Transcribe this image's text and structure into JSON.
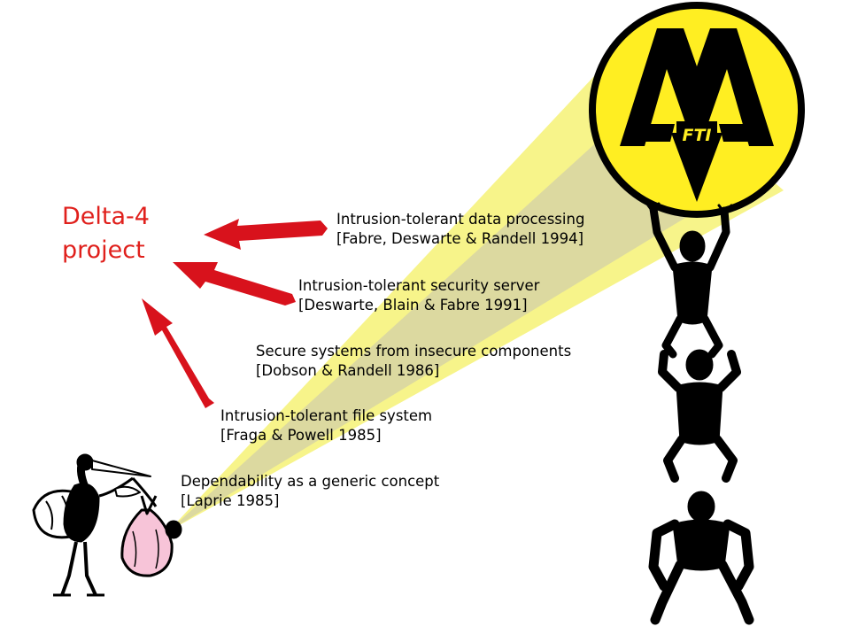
{
  "slide": {
    "title_line1": "Delta-4",
    "title_line2": "project",
    "title_color": "#e0201c",
    "arrow_color": "#d8121c",
    "beam_color": "#f7f48a",
    "beam_inner_color": "#dcd9a0",
    "logo": {
      "letter": "M",
      "badge": "FTI",
      "fill_color": "#ffee22",
      "ink_color": "#000000"
    },
    "references": [
      {
        "line1": "Intrusion-tolerant data processing",
        "line2": "[Fabre, Deswarte & Randell 1994]"
      },
      {
        "line1": "Intrusion-tolerant security server",
        "line2": "[Deswarte, Blain & Fabre 1991]"
      },
      {
        "line1": "Secure systems from insecure components",
        "line2": "[Dobson & Randell 1986]"
      },
      {
        "line1": "Intrusion-tolerant file system",
        "line2": "[Fraga & Powell 1985]"
      },
      {
        "line1": "Dependability as a generic concept",
        "line2": "[Laprie 1985]"
      }
    ],
    "illustrations": [
      "stork-icon",
      "baby-bundle-icon",
      "human-pyramid-figures"
    ]
  }
}
